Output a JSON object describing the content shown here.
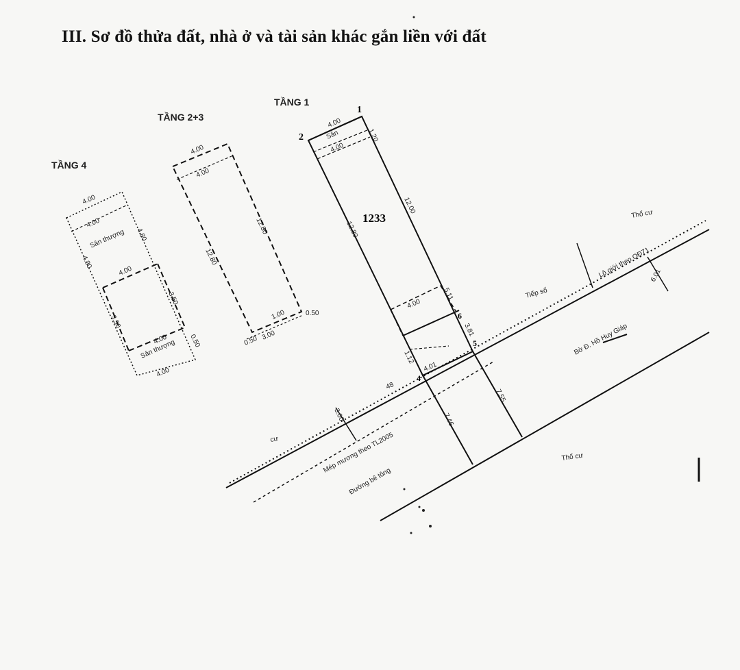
{
  "title": "III. Sơ đồ thửa đất, nhà ở và tài sản khác gắn liền với đất",
  "floors": {
    "tang1": "TẦNG 1",
    "tang23": "TẦNG 2+3",
    "tang4": "TẦNG 4"
  },
  "parcel_number": "1233",
  "points": {
    "p1": "1",
    "p2": "2",
    "p4": "4",
    "p5": "5",
    "p6": "6"
  },
  "labels": {
    "san": "Sân",
    "san_thuong_top": "Sân thượng",
    "san_thuong_bottom": "Sân thượng",
    "tho_cu_top": "Thổ cư",
    "tho_cu_left": "cư",
    "tho_cu_bottom": "Thổ cư",
    "lo_gioi": "Lộ giới theo QĐ71",
    "hem_label": "Tiếp số",
    "road_name": "Bờ Đ. Hồ Huy Giáp",
    "mep_muong": "Mép mương theo TL2005",
    "duong_be_tong": "Đường bê tông",
    "dim_601": "6.01"
  },
  "dims": {
    "t1_top": "4.00",
    "t1_side_a": "1.20",
    "t1_inner": "4.00",
    "t1_right": "12.00",
    "t1_left": "12.80",
    "t1_lower": "4.00",
    "t1_511": "5.11",
    "t1_381": "3.81",
    "t1_201": "4.01",
    "t1_112": "1.12",
    "t1_48": "48",
    "t1_746": "7.46",
    "t1_755": "7.55",
    "t1_300": "3.00",
    "t23_top": "4.00",
    "t23_inner": "4.00",
    "t23_right": "12.80",
    "t23_left": "12.80",
    "t23_b1": "1.00",
    "t23_b2": "0.50",
    "t23_b3": "0.50",
    "t23_b4": "3.00",
    "t4_top": "4.00",
    "t4_inner": "4.00",
    "t4_right": "4.80",
    "t4_left": "4.80",
    "t4_mid": "4.00",
    "t4_side2": "3.50",
    "t4_side3": "3.50",
    "t4_low": "4.00",
    "t4_bot": "4.00",
    "t4_050": "0.50"
  }
}
